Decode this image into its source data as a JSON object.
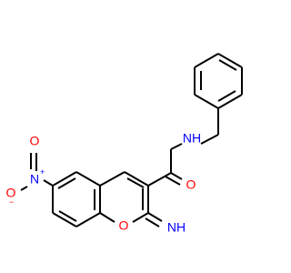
{
  "molecule": {
    "atoms": {
      "n_nitro": {
        "symbol": "N",
        "charge": "+",
        "color": "#0000ff"
      },
      "o_nitro_top": {
        "symbol": "O",
        "color": "#ff0000"
      },
      "o_nitro_minus": {
        "symbol": "O",
        "charge": "−",
        "color": "#ff0000"
      },
      "o_ring": {
        "symbol": "O",
        "color": "#ff0000"
      },
      "o_carbonyl": {
        "symbol": "O",
        "color": "#ff0000"
      },
      "nh_amide": {
        "symbol": "NH",
        "color": "#0000ff"
      },
      "nh_imino": {
        "symbol": "NH",
        "color": "#0000ff"
      }
    }
  }
}
